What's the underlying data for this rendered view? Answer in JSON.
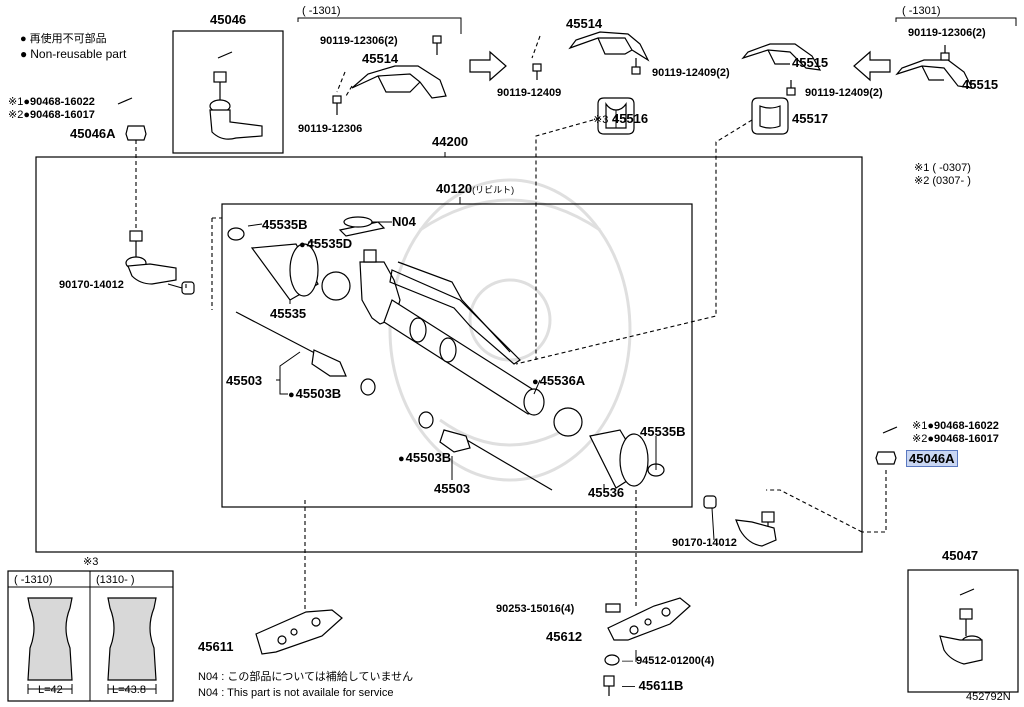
{
  "legend": {
    "jp": "再使用不可部品",
    "en": "Non-reusable part"
  },
  "labels": {
    "p45046": "45046",
    "p45047": "45047",
    "p44200": "44200",
    "p40120": "40120",
    "p40120_suffix": "(リビルト)",
    "p45514a": "45514",
    "p45514b": "45514",
    "p45515a": "45515",
    "p45515b": "45515",
    "p45516": "45516",
    "p45517": "45517",
    "p45535b_top": "45535B",
    "p45535d": "45535D",
    "p45535": "45535",
    "p45503_left": "45503",
    "p45503b_left": "45503B",
    "p45536a": "45536A",
    "p45535b_right": "45535B",
    "p45503b_right": "45503B",
    "p45503_right": "45503",
    "p45536": "45536",
    "pN04": "N04",
    "p45046a_left": "45046A",
    "p45046a_right": "45046A",
    "p90170_left": "90170-14012",
    "p90170_right": "90170-14012",
    "p90119_12306_2a": "90119-12306(2)",
    "p90119_12306_2b": "90119-12306(2)",
    "p90119_12306": "90119-12306",
    "p90119_12409": "90119-12409",
    "p90119_12409_2a": "90119-12409(2)",
    "p90119_12409_2b": "90119-12409(2)",
    "p90468_16022_l": "90468-16022",
    "p90468_16017_l": "90468-16017",
    "p90468_16022_r": "90468-16022",
    "p90468_16017_r": "90468-16017",
    "p45611": "45611",
    "p45612": "45612",
    "p45611b": "45611B",
    "p90253": "90253-15016(4)",
    "p94512": "94512-01200(4)",
    "diagram_id": "452792N"
  },
  "marks": {
    "m1": "※1",
    "m2": "※2",
    "m3": "※3"
  },
  "ranges": {
    "r1301a": "(     -1301)",
    "r1301b": "(     -1301)",
    "note1": "※1 (       -0307)",
    "note2": "※2 (0307-       )"
  },
  "inset": {
    "title": "※3",
    "col1": "(      -1310)",
    "col2": "(1310-       )",
    "dim1": "L=42",
    "dim2": "L=43.8"
  },
  "footer": {
    "n04_jp_code": "N04",
    "n04_jp": ": この部品については補給していません",
    "n04_en_code": "N04",
    "n04_en": ":  This part is not availale for service"
  },
  "colors": {
    "highlight": "#c9d6f2",
    "line": "#000000"
  }
}
